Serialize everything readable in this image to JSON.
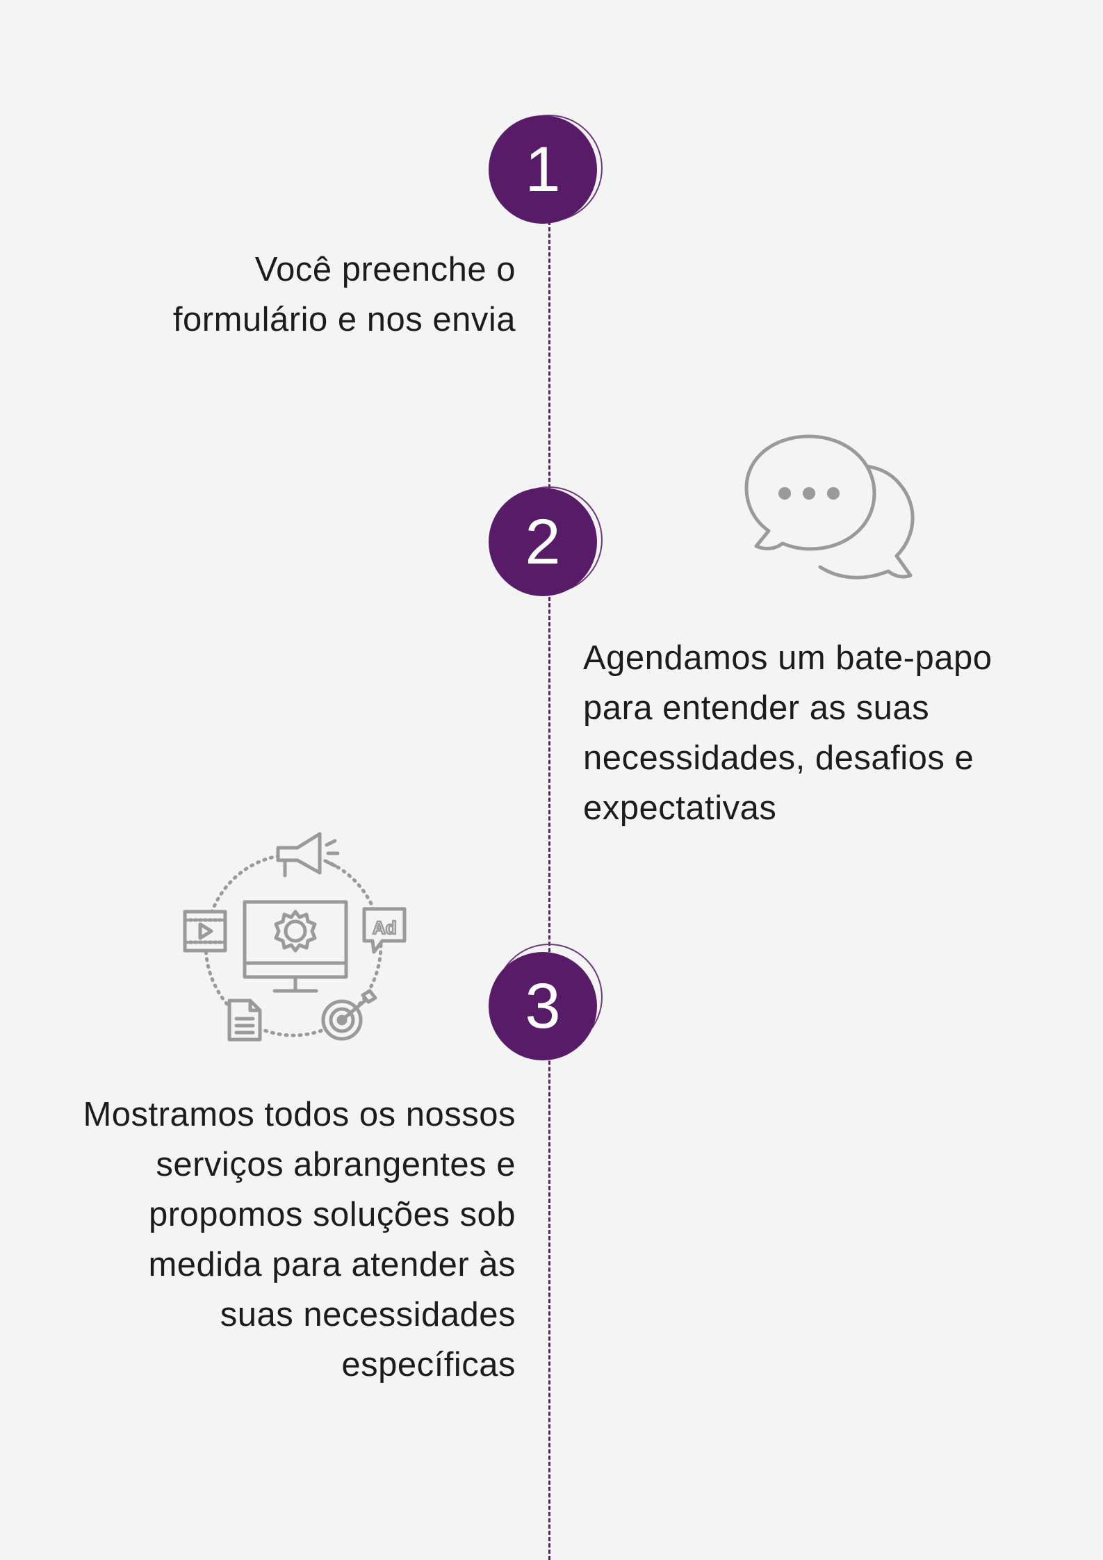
{
  "steps": [
    {
      "number": "1",
      "text": "Você preenche o\nformulário e nos envia"
    },
    {
      "number": "2",
      "text": "Agendamos um bate-papo\npara entender as suas\nnecessidades, desafios e\nexpectativas",
      "icon": "chat-bubbles-icon"
    },
    {
      "number": "3",
      "text": "Mostramos todos os nossos\nserviços abrangentes e\npropomos soluções sob\nmedida para atender às\nsuas necessidades\nespecíficas",
      "icon": "digital-marketing-icon"
    }
  ],
  "colors": {
    "background": "#f4f4f4",
    "accent": "#571b68",
    "icon": "#9a9a9a",
    "text": "#1c1c1c"
  }
}
